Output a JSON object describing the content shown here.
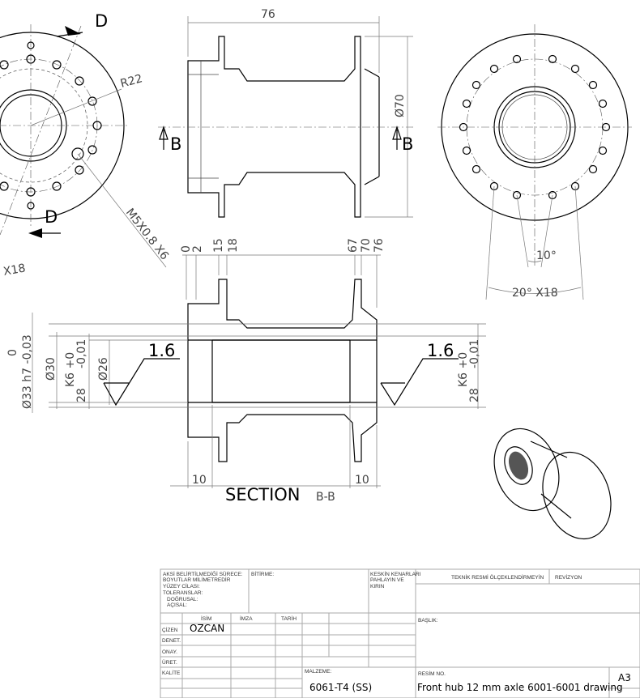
{
  "front_view": {
    "dim_length": "76",
    "dim_diameter": "Ø70",
    "section_mark_left": "B",
    "section_mark_right": "B"
  },
  "left_view": {
    "section_mark_top": "D",
    "section_mark_bottom": "D",
    "radius_label": "R22",
    "thread_label": "M5X0.8 X6",
    "angle_label": "X18"
  },
  "right_view": {
    "angle_small": "10°",
    "angle_pattern": "20°  X18"
  },
  "section_view": {
    "title": "SECTION",
    "title_suffix": "B-B",
    "top_dims": [
      "0",
      "2",
      "15",
      "18",
      "67",
      "70",
      "76"
    ],
    "left_dims": {
      "d33_tol_upper": "0",
      "d33": "Ø33 h7 -0,03",
      "d30": "Ø30",
      "k6_upper": "K6 +0",
      "k6_lower": "-0,01",
      "d26": "Ø26",
      "depth": "28"
    },
    "right_dims": {
      "k6_upper": "K6 +0",
      "k6_lower": "-0,01",
      "depth": "28"
    },
    "roughness_left": "1.6",
    "roughness_right": "1.6",
    "bottom_dim_left": "10",
    "bottom_dim_right": "10"
  },
  "title_block": {
    "notes": [
      "AKSİ BELİRTİLMEDİĞİ SÜRECE:",
      "BOYUTLAR MİLİMETREDİR",
      "YÜZEY CİLASI:",
      "TOLERANSLAR:",
      "DOĞRUSAL:",
      "AÇISAL:"
    ],
    "finish_label": "BİTİRME:",
    "edges_note": [
      "KESKİN KENARLARI",
      "PAHLAYIN VE",
      "KIRIN"
    ],
    "no_scale": "TEKNİK RESMİ ÖLÇEKLENDİRMEYİN",
    "revision": "REVİZYON",
    "col_name": "İSİM",
    "col_sign": "İMZA",
    "col_date": "TARİH",
    "rows": [
      "ÇİZEN",
      "DENET.",
      "ONAY.",
      "ÜRET.",
      "KALİTE"
    ],
    "drawn_by": "OZCAN",
    "title_label": "BAŞLIK:",
    "material_label": "MALZEME:",
    "material": "6061-T4 (SS)",
    "drawing_no_label": "RESİM NO.",
    "drawing_no": "Front hub 12 mm axle 6001-6001 drawing",
    "sheet_size": "A3"
  }
}
